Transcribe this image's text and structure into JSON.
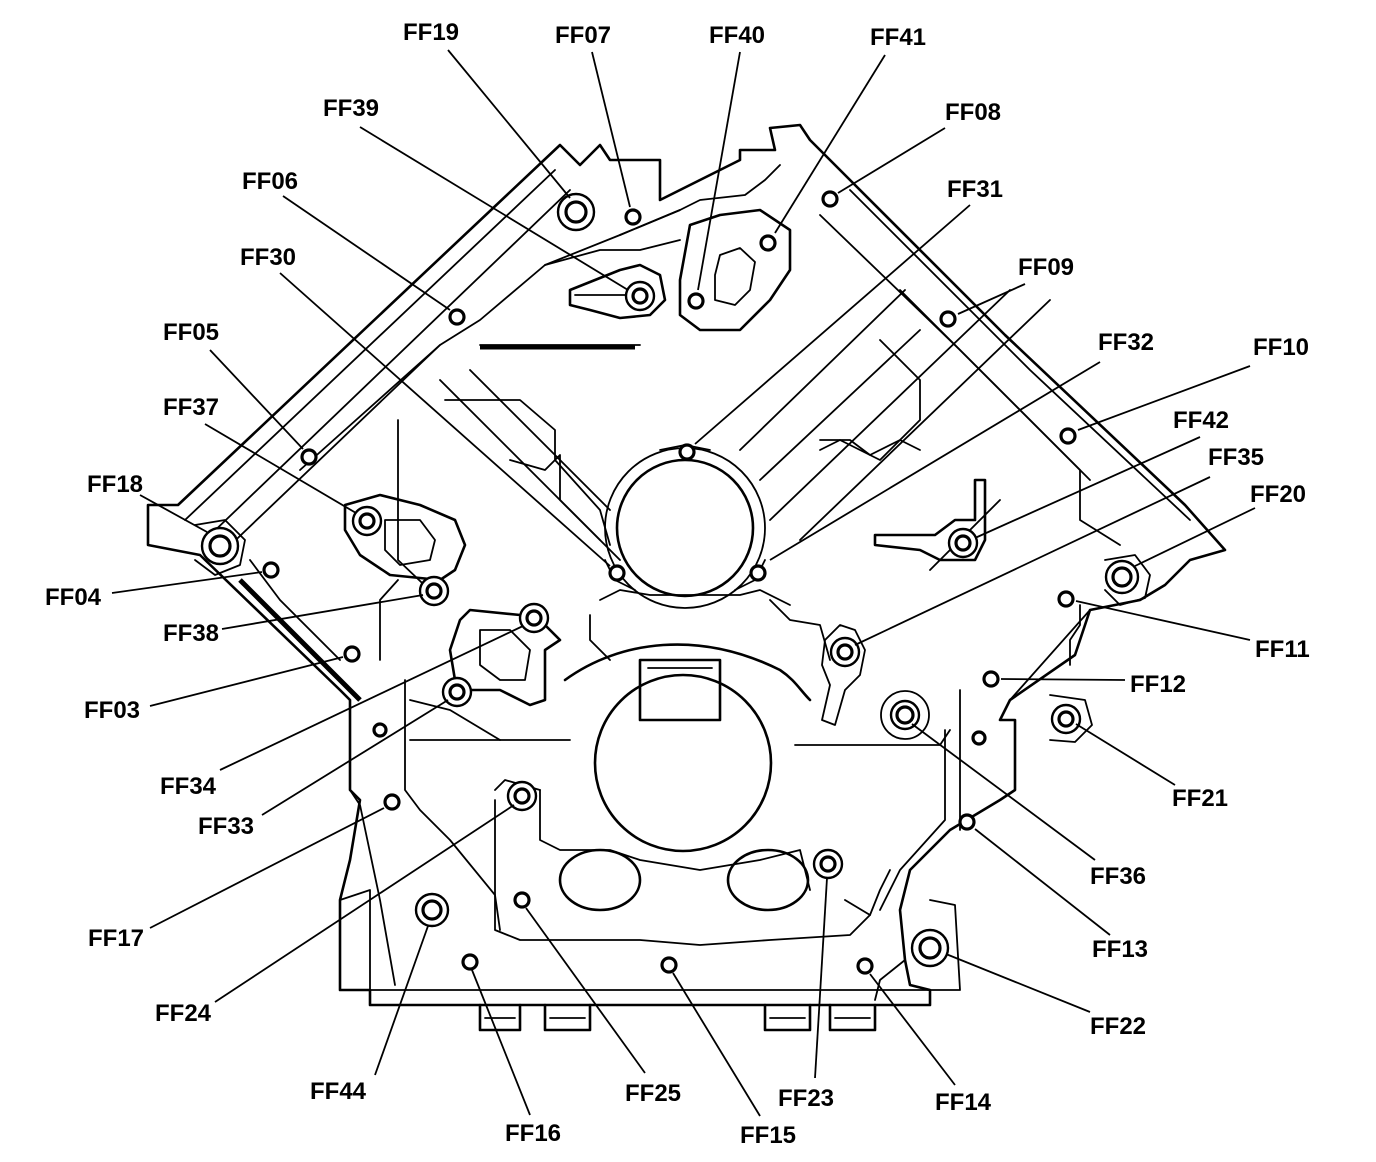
{
  "labels": [
    {
      "id": "FF03",
      "text": "FF03"
    },
    {
      "id": "FF04",
      "text": "FF04"
    },
    {
      "id": "FF05",
      "text": "FF05"
    },
    {
      "id": "FF06",
      "text": "FF06"
    },
    {
      "id": "FF07",
      "text": "FF07"
    },
    {
      "id": "FF08",
      "text": "FF08"
    },
    {
      "id": "FF09",
      "text": "FF09"
    },
    {
      "id": "FF10",
      "text": "FF10"
    },
    {
      "id": "FF11",
      "text": "FF11"
    },
    {
      "id": "FF12",
      "text": "FF12"
    },
    {
      "id": "FF13",
      "text": "FF13"
    },
    {
      "id": "FF14",
      "text": "FF14"
    },
    {
      "id": "FF15",
      "text": "FF15"
    },
    {
      "id": "FF16",
      "text": "FF16"
    },
    {
      "id": "FF17",
      "text": "FF17"
    },
    {
      "id": "FF18",
      "text": "FF18"
    },
    {
      "id": "FF19",
      "text": "FF19"
    },
    {
      "id": "FF20",
      "text": "FF20"
    },
    {
      "id": "FF21",
      "text": "FF21"
    },
    {
      "id": "FF22",
      "text": "FF22"
    },
    {
      "id": "FF23",
      "text": "FF23"
    },
    {
      "id": "FF24",
      "text": "FF24"
    },
    {
      "id": "FF25",
      "text": "FF25"
    },
    {
      "id": "FF30",
      "text": "FF30"
    },
    {
      "id": "FF31",
      "text": "FF31"
    },
    {
      "id": "FF32",
      "text": "FF32"
    },
    {
      "id": "FF33",
      "text": "FF33"
    },
    {
      "id": "FF34",
      "text": "FF34"
    },
    {
      "id": "FF35",
      "text": "FF35"
    },
    {
      "id": "FF36",
      "text": "FF36"
    },
    {
      "id": "FF37",
      "text": "FF37"
    },
    {
      "id": "FF38",
      "text": "FF38"
    },
    {
      "id": "FF39",
      "text": "FF39"
    },
    {
      "id": "FF40",
      "text": "FF40"
    },
    {
      "id": "FF41",
      "text": "FF41"
    },
    {
      "id": "FF42",
      "text": "FF42"
    },
    {
      "id": "FF44",
      "text": "FF44"
    }
  ]
}
